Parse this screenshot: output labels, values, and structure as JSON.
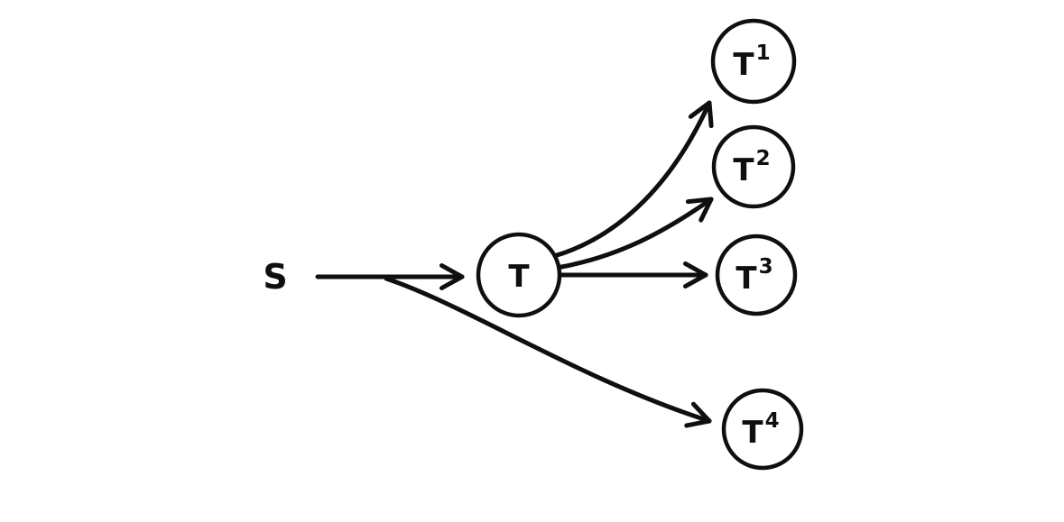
{
  "figure": {
    "background_color": "#ffffff",
    "stroke_color": "#0f0f0f"
  },
  "diagram": {
    "type": "graph",
    "source": {
      "label": "S"
    },
    "hub": {
      "label": "T"
    },
    "targets": [
      {
        "base": "T",
        "sup": "1"
      },
      {
        "base": "T",
        "sup": "2"
      },
      {
        "base": "T",
        "sup": "3"
      },
      {
        "base": "T",
        "sup": "4"
      }
    ],
    "edges": [
      {
        "from": "S",
        "to": "T"
      },
      {
        "from": "T",
        "to": "T1"
      },
      {
        "from": "T",
        "to": "T2"
      },
      {
        "from": "T",
        "to": "T3"
      },
      {
        "from": "S",
        "to": "T4"
      }
    ]
  }
}
